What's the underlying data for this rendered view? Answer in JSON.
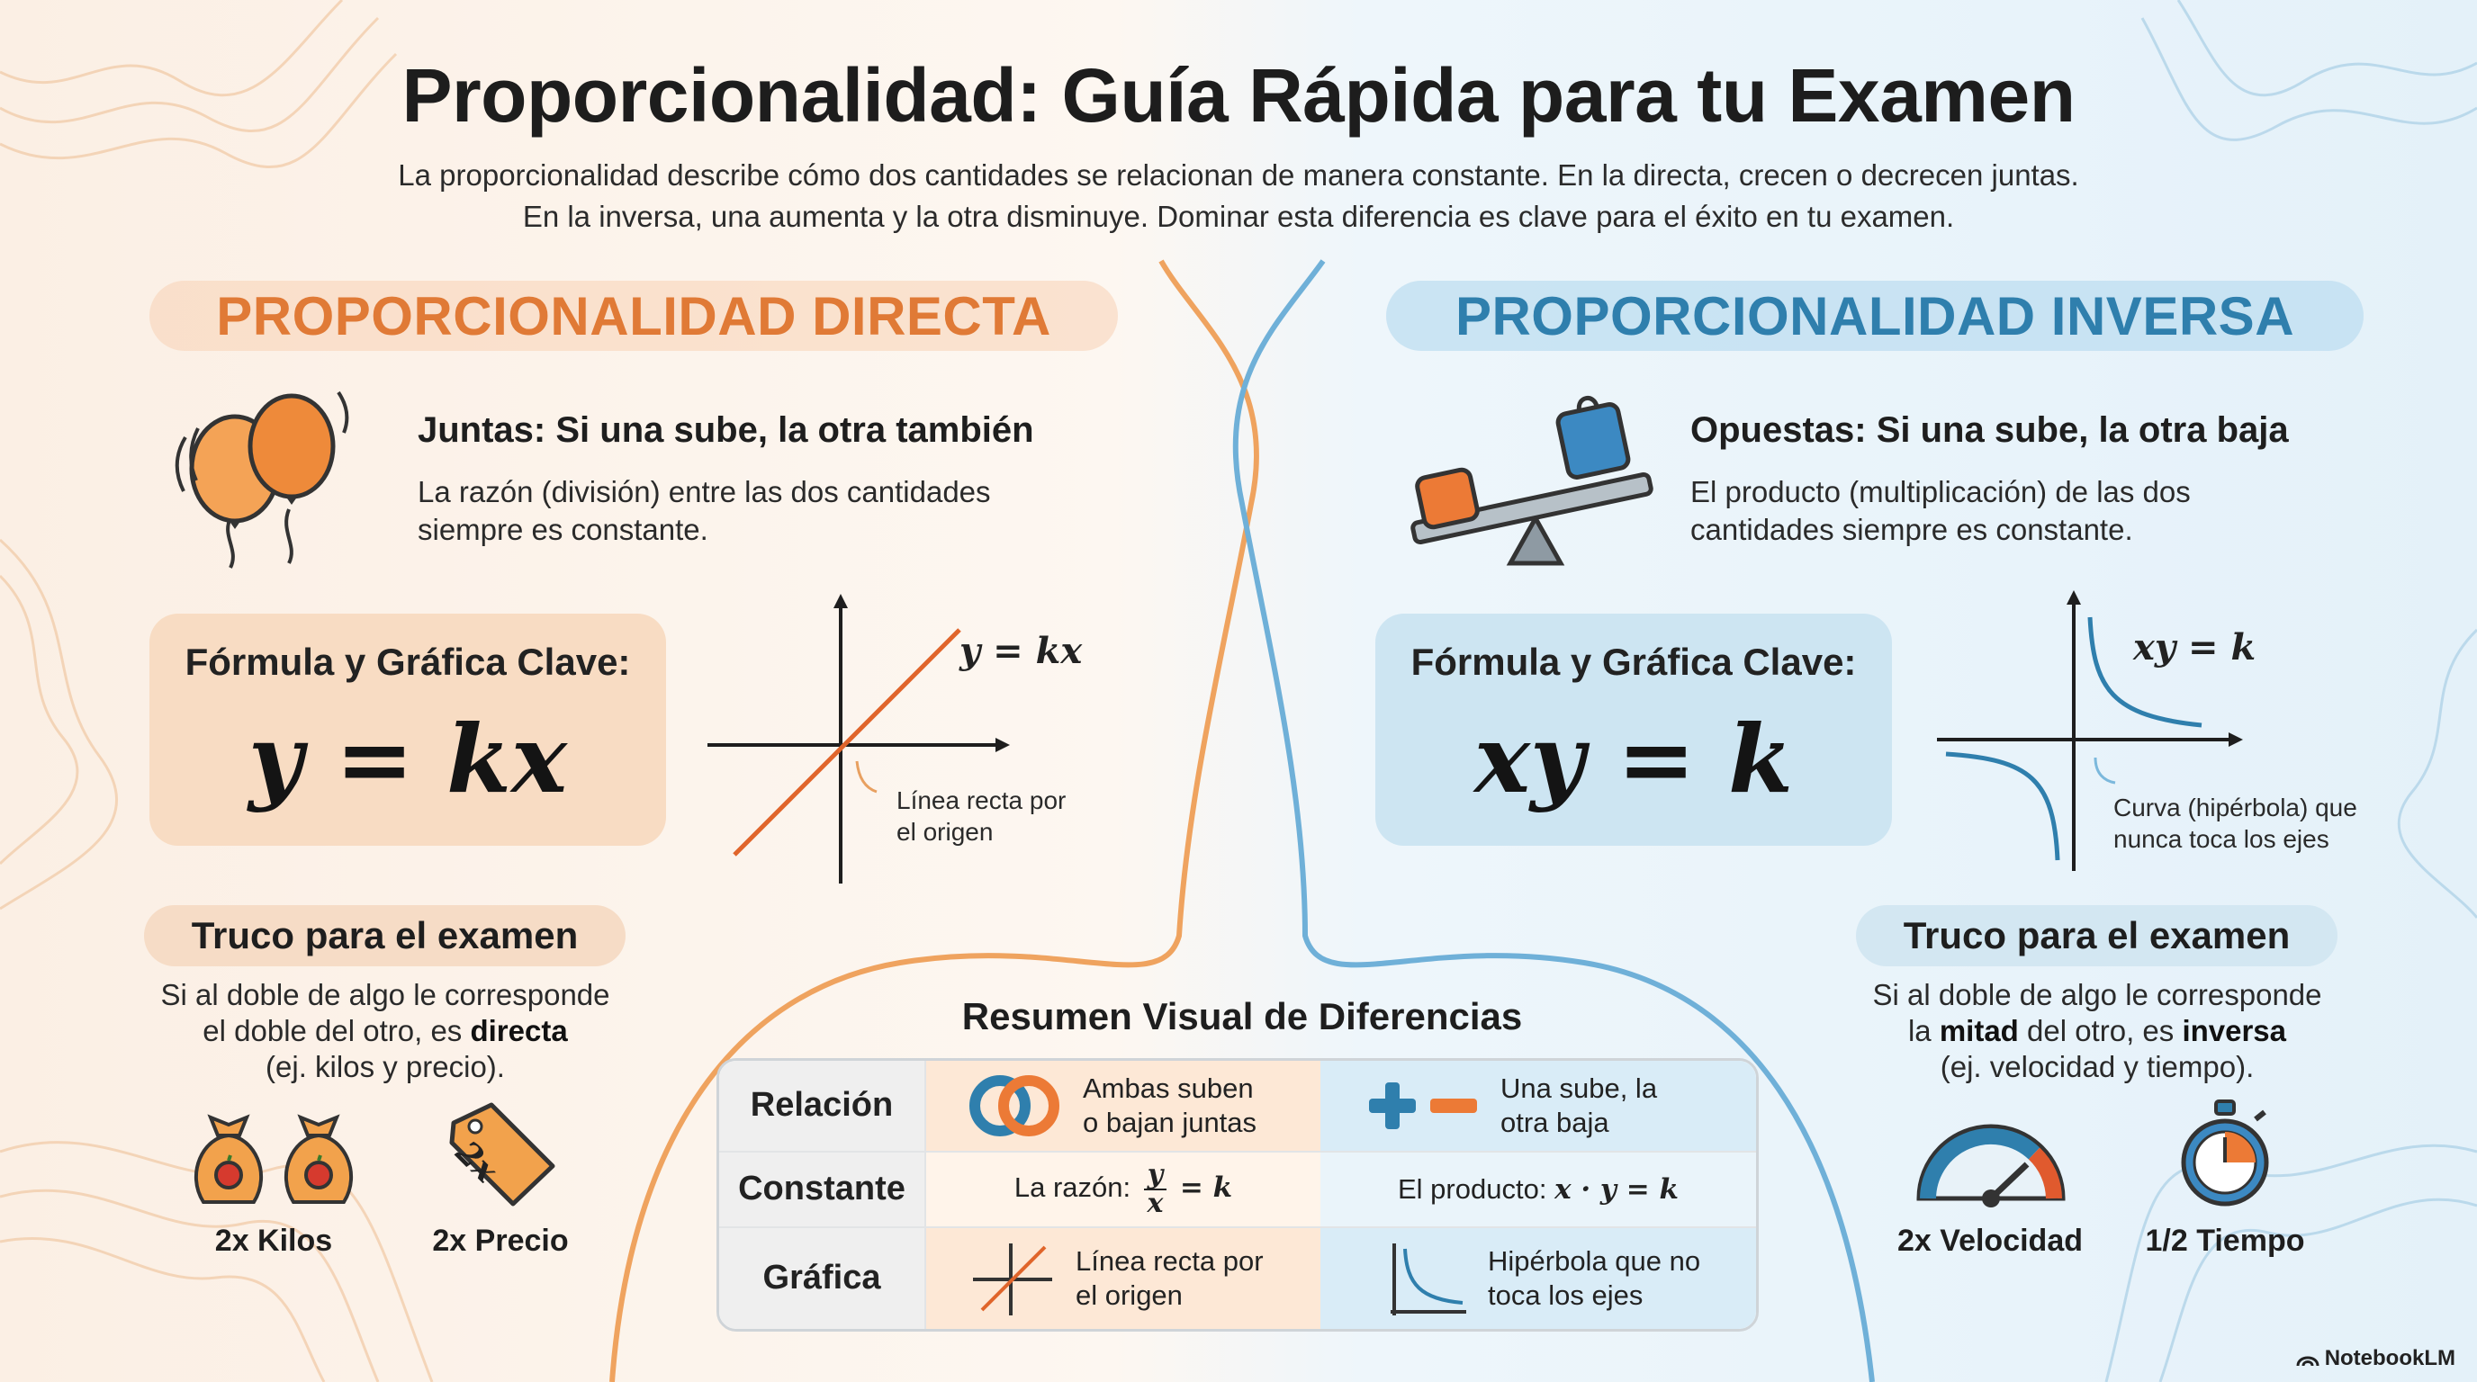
{
  "title": "Proporcionalidad: Guía Rápida para tu Examen",
  "intro": "La proporcionalidad describe cómo dos cantidades se relacionan de manera constante. En la directa, crecen o decrecen juntas. En la inversa, una aumenta y la otra disminuye. Dominar esta diferencia es clave para el éxito en tu examen.",
  "colors": {
    "direct": "#e07a36",
    "inverse": "#2f7fad",
    "bar": "#f6dcc6"
  },
  "direct": {
    "heading": "PROPORCIONALIDAD DIRECTA",
    "subheading": "Juntas: Si una sube, la otra también",
    "description": "La razón (división) entre las dos cantidades siempre es constante.",
    "formula_label": "Fórmula y Gráfica Clave:",
    "formula": "y = kx",
    "graph_label": "y = kx",
    "graph_note_1": "Línea recta por",
    "graph_note_2": "el origen",
    "tip_title": "Truco para el examen",
    "tip_line1": "Si al doble de algo le corresponde",
    "tip_line2_pre": "el doble del otro, es ",
    "tip_line2_bold": "directa",
    "tip_line3": "(ej. kilos y precio).",
    "icon1_caption": "2x Kilos",
    "icon2_caption": "2x Precio",
    "tag_text": "2x"
  },
  "inverse": {
    "heading": "PROPORCIONALIDAD INVERSA",
    "subheading": "Opuestas: Si una sube, la otra baja",
    "description": "El producto (multiplicación) de las dos cantidades siempre es constante.",
    "formula_label": "Fórmula y Gráfica Clave:",
    "formula": "xy = k",
    "graph_label": "xy = k",
    "graph_note_1": "Curva (hipérbola) que",
    "graph_note_2": "nunca toca los ejes",
    "tip_title": "Truco para el examen",
    "tip_line1": "Si al doble de algo le corresponde",
    "tip_line2_pre": "la ",
    "tip_line2_bold1": "mitad",
    "tip_line2_mid": " del otro, es ",
    "tip_line2_bold2": "inversa",
    "tip_line3": "(ej. velocidad y tiempo).",
    "icon1_caption": "2x Velocidad",
    "icon2_caption": "1/2 Tiempo"
  },
  "summary": {
    "title": "Resumen Visual de Diferencias",
    "rows": [
      {
        "header": "Relación",
        "direct_line1": "Ambas suben",
        "direct_line2": "o bajan juntas",
        "inverse_line1": "Una sube, la",
        "inverse_line2": "otra baja"
      },
      {
        "header": "Constante",
        "direct_prefix": "La razón:",
        "direct_num": "y",
        "direct_den": "x",
        "direct_suffix": "= k",
        "inverse_prefix": "El producto:",
        "inverse_math": "x · y = k"
      },
      {
        "header": "Gráfica",
        "direct_line1": "Línea recta por",
        "direct_line2": "el origen",
        "inverse_line1": "Hipérbola que no",
        "inverse_line2": "toca los ejes"
      }
    ]
  },
  "brand": "NotebookLM"
}
